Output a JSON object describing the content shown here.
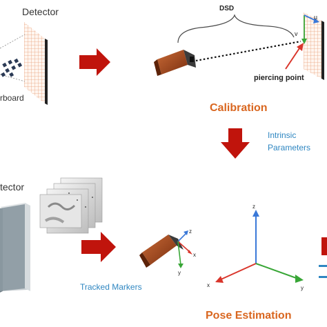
{
  "labels": {
    "detector_top": "Detector",
    "checkerboard_fragment": "rboard",
    "dsd": "DSD",
    "u_axis": "u",
    "v_axis": "v",
    "piercing_point": "piercing point",
    "calibration": "Calibration",
    "intrinsic_line1": "Intrinsic",
    "intrinsic_line2": "Parameters",
    "detector_bottom_fragment": "tector",
    "tracked_markers": "Tracked Markers",
    "marker_z": "z",
    "marker_x": "x",
    "marker_y": "y",
    "pose_z": "z",
    "pose_x": "x",
    "pose_y": "y",
    "pose_estimation": "Pose Estimation"
  },
  "colors": {
    "flow_arrow": "#c0140c",
    "stage_title": "#d9661f",
    "info_text": "#2e86c1",
    "detector_grid": "#e8a07a",
    "detector_frame": "#222222",
    "camera_body": "#a0441c",
    "axis_red": "#d9352b",
    "axis_green": "#38a636",
    "axis_blue": "#3a78d8",
    "bottom_detector_face": "#8c9aa2",
    "bottom_detector_side": "#c8ced2"
  },
  "icons": {
    "flow": "red-block-arrow",
    "camera": "x-ray-source",
    "checkerboard": "checkerboard-pattern",
    "xray_images": "x-ray-image-stack"
  }
}
